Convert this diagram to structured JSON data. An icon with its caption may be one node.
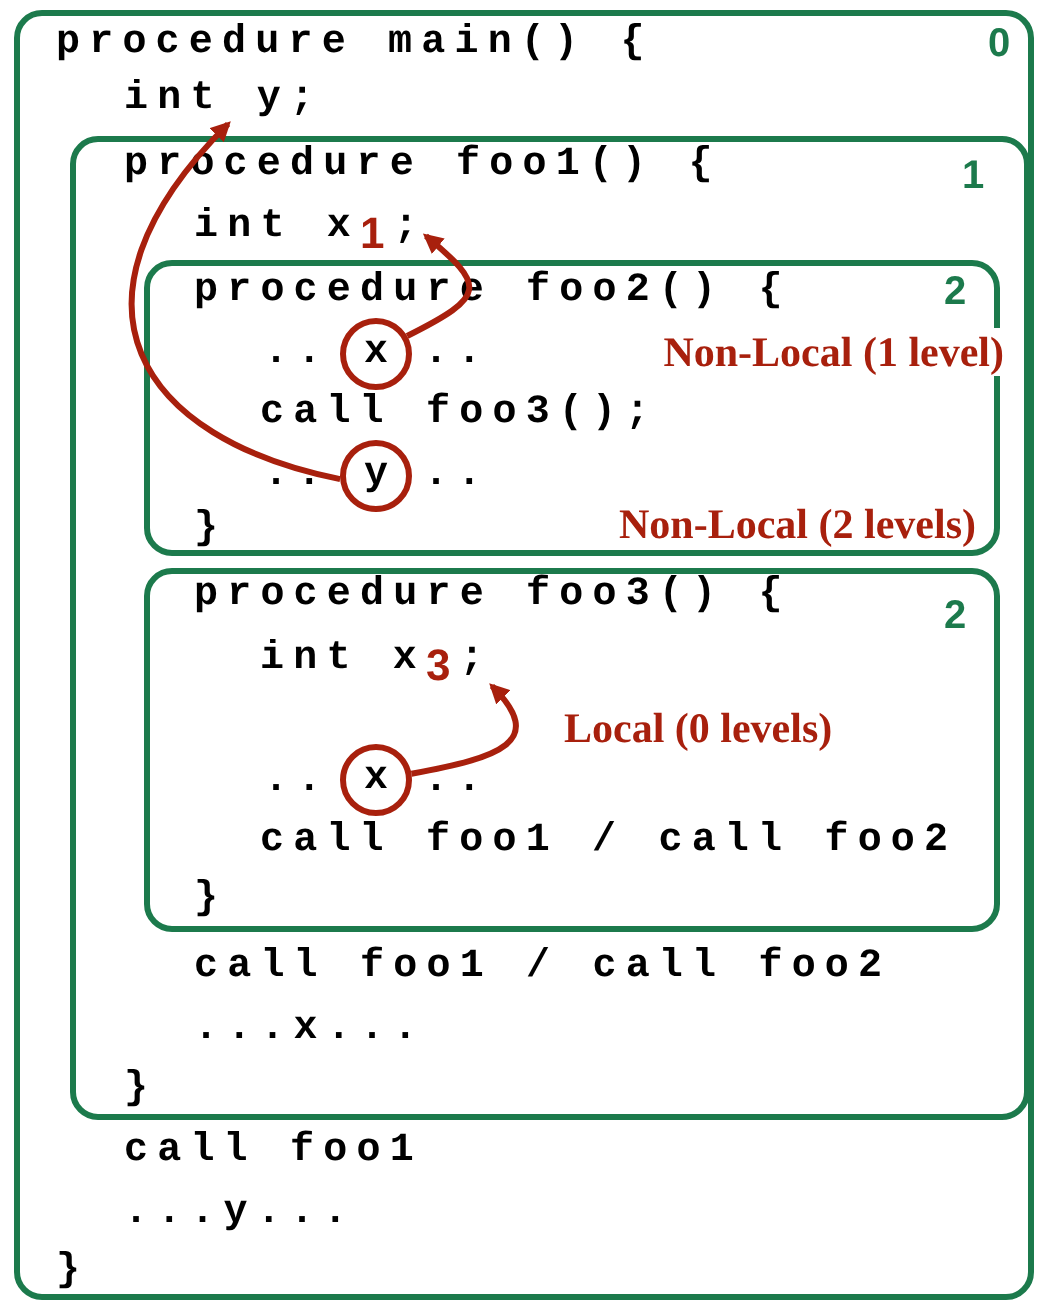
{
  "diagram": {
    "nodes": [
      {
        "text": [
          "procedure main() {",
          "0",
          "call foo1",
          "...y...",
          "}"
        ]
      },
      {
        "text": [
          "int y;"
        ],
        "in": 0
      },
      {
        "text": [
          "procedure foo1() {",
          "1",
          "call foo1 / call foo2",
          "...x...",
          "}"
        ],
        "in": 0
      },
      {
        "text": [
          "int x$_{1}$;"
        ],
        "in": 2
      },
      {
        "text": [
          "procedure foo2() {",
          "2",
          "..",
          "..",
          "call foo3();",
          "..",
          "..",
          "}"
        ],
        "in": 2
      },
      {
        "text": [
          "x"
        ],
        "in": 4
      },
      {
        "text": [
          "y"
        ],
        "in": 4
      },
      {
        "text": [
          "procedure foo3() {",
          "2",
          "..",
          "..",
          "call foo1 / call foo2",
          "}"
        ],
        "in": 2
      },
      {
        "text": [
          "int x$_{3}$;"
        ],
        "in": 7
      },
      {
        "text": [
          "x"
        ],
        "in": 7
      }
    ],
    "edges": [
      {
        "from": 5,
        "to": 3,
        "arrow": "to",
        "label": "Non-Local (1 level)"
      },
      {
        "from": 6,
        "to": 1,
        "arrow": "to"
      },
      {
        "from": 9,
        "to": 8,
        "arrow": "to",
        "label": "Local (0 levels)"
      }
    ],
    "labels": [
      "Non-Local (2 levels)"
    ]
  }
}
